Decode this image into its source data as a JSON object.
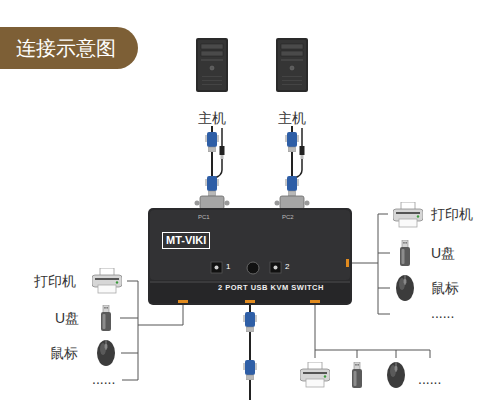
{
  "diagram": {
    "title": "连接示意图",
    "nodes": [
      {
        "text": [
          "主机"
        ]
      },
      {
        "text": [
          "主机"
        ]
      },
      {
        "text": [
          "MT-VIKI",
          "2 PORT USB KVM SWITCH"
        ]
      }
    ],
    "edges": [
      {
        "from": 0,
        "to": 2,
        "arrow": "none"
      },
      {
        "from": 1,
        "to": 2,
        "arrow": "none"
      }
    ],
    "labels": [
      "PC1",
      "PC2",
      "1",
      "2",
      "打印机",
      "U盘",
      "鼠标",
      "......",
      "打印机",
      "U盘",
      "鼠标",
      "......",
      "......"
    ]
  }
}
